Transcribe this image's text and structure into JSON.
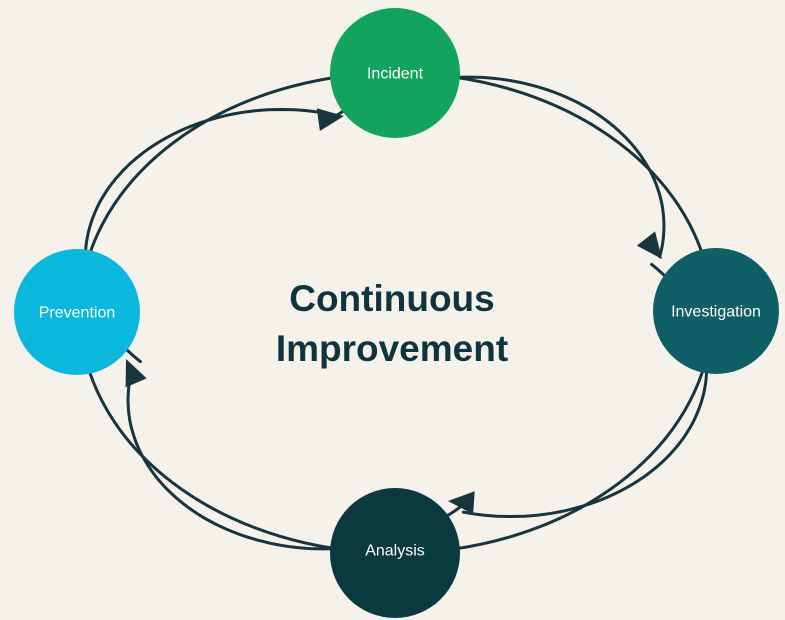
{
  "diagram": {
    "title_line1": "Continuous",
    "title_line2": "Improvement",
    "nodes": [
      {
        "id": "incident",
        "label": "Incident",
        "color": "#12A45C"
      },
      {
        "id": "investigation",
        "label": "Investigation",
        "color": "#0E5F66"
      },
      {
        "id": "analysis",
        "label": "Analysis",
        "color": "#0A3A40"
      },
      {
        "id": "prevention",
        "label": "Prevention",
        "color": "#09B8DC"
      }
    ],
    "flow_order": [
      "Prevention",
      "Incident",
      "Investigation",
      "Analysis"
    ],
    "colors": {
      "background": "#F5F2EC",
      "stroke": "#18343C",
      "title": "#10343E",
      "node_label": "#FFFFFF"
    }
  }
}
